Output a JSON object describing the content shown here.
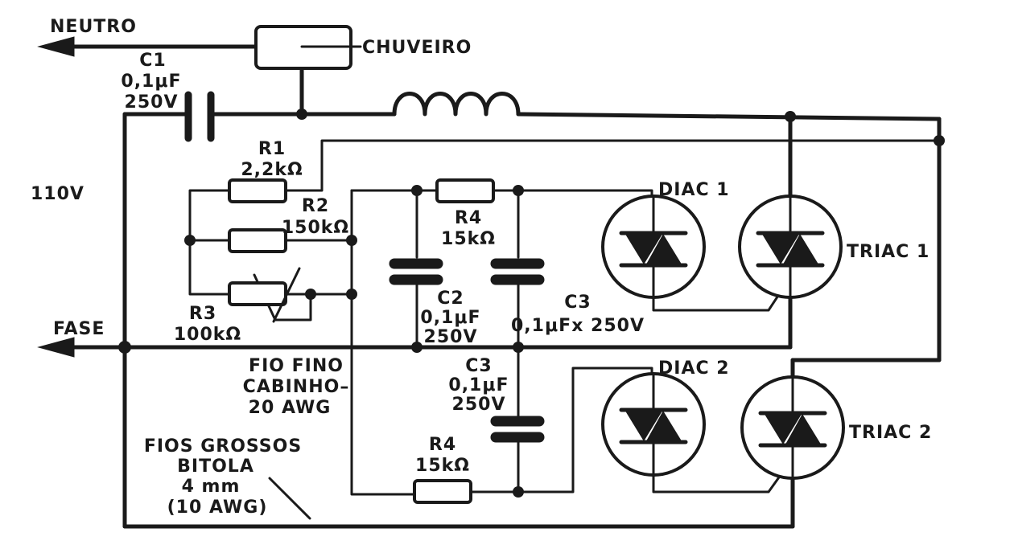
{
  "labels": {
    "neutro": "NEUTRO",
    "chuveiro": "CHUVEIRO",
    "c1_name": "C1",
    "c1_value": "0,1μF",
    "c1_voltage": "250V",
    "supply_voltage": "110V",
    "r1_name": "R1",
    "r1_value": "2,2kΩ",
    "r2_name": "R2",
    "r2_value": "150kΩ",
    "r3_name": "R3",
    "r3_value": "100kΩ",
    "r4_top_name": "R4",
    "r4_top_value": "15kΩ",
    "c2_name": "C2",
    "c2_value": "0,1μF",
    "c2_voltage": "250V",
    "c3_right_name": "C3",
    "c3_right_value": "0,1μFx 250V",
    "diac1": "DIAC 1",
    "triac1": "TRIAC 1",
    "fase": "FASE",
    "fio_fino_line1": "FIO FINO",
    "fio_fino_line2": "CABINHO–",
    "fio_fino_line3": "20 AWG",
    "c3_lower_name": "C3",
    "c3_lower_value": "0,1μF",
    "c3_lower_voltage": "250V",
    "diac2": "DIAC 2",
    "triac2": "TRIAC 2",
    "r4_bottom_name": "R4",
    "r4_bottom_value": "15kΩ",
    "fios_line1": "FIOS GROSSOS",
    "fios_line2": "BITOLA",
    "fios_line3": "4 mm",
    "fios_line4": "(10 AWG)"
  },
  "colors": {
    "ink": "#1a1a1a",
    "paper": "#ffffff"
  }
}
